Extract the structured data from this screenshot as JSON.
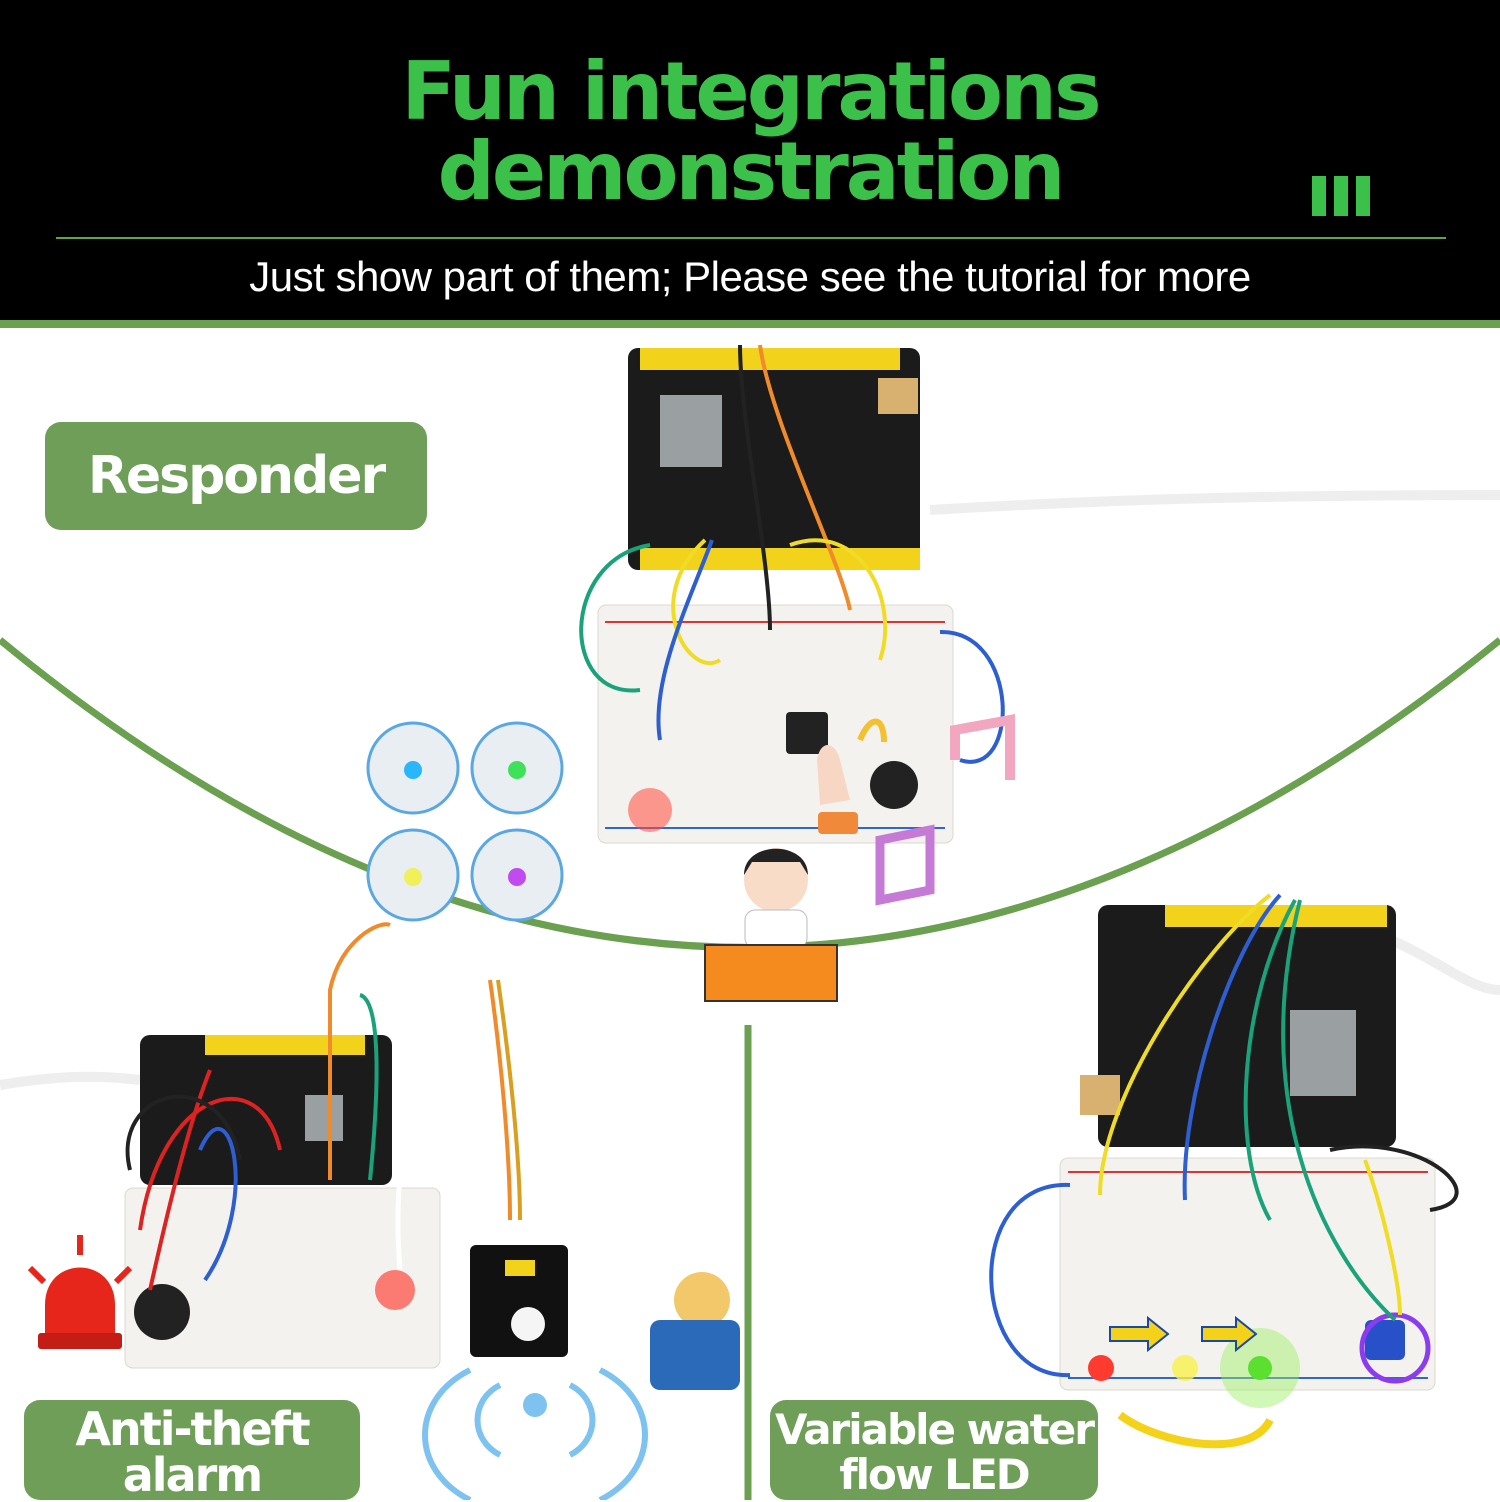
{
  "header": {
    "title_line1": "Fun integrations",
    "title_line2": "demonstration",
    "subtitle": "Just show part of them; Please see the tutorial for more"
  },
  "demos": [
    {
      "label": "Responder"
    },
    {
      "label_line1": "Anti-theft",
      "label_line2": "alarm"
    },
    {
      "label_line1": "Variable water",
      "label_line2": "flow LED"
    }
  ],
  "colors": {
    "header_bg": "#000000",
    "title_green": "#3bc14a",
    "label_green": "#6f9e58",
    "divider_green": "#6aa04f",
    "board_yellow": "#f2d21b"
  }
}
